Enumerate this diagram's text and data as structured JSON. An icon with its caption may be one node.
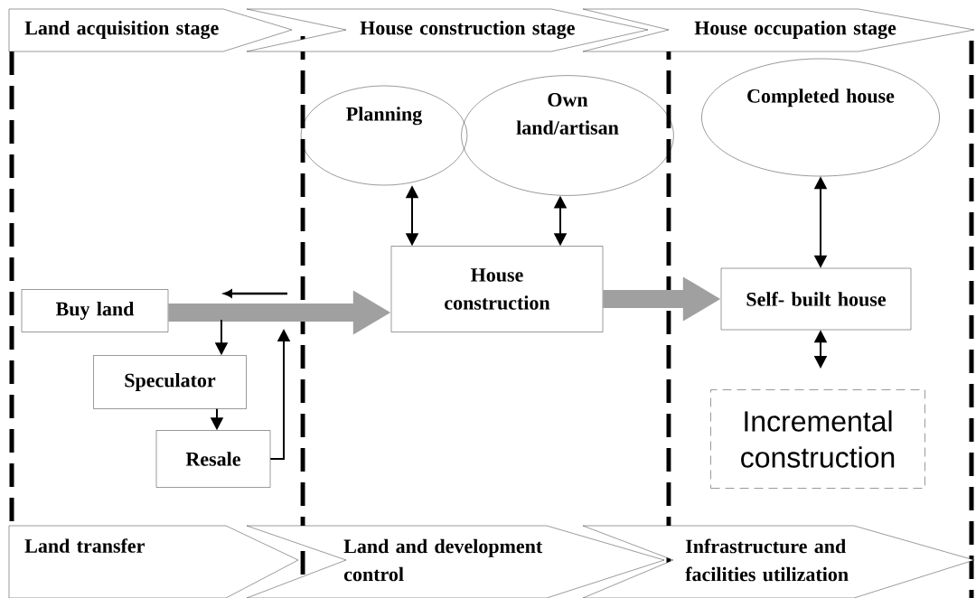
{
  "diagram": {
    "nodes": [
      {
        "text": [
          "Land acquisition stage"
        ]
      },
      {
        "text": [
          "House construction stage"
        ]
      },
      {
        "text": [
          "House occupation stage"
        ]
      },
      {
        "text": [
          "Planning"
        ]
      },
      {
        "text": [
          "Own land/artisan"
        ]
      },
      {
        "text": [
          "Completed house"
        ]
      },
      {
        "text": [
          "Buy land"
        ]
      },
      {
        "text": [
          "House construction"
        ]
      },
      {
        "text": [
          "Self- built house"
        ]
      },
      {
        "text": [
          "Speculator"
        ]
      },
      {
        "text": [
          "Resale"
        ]
      },
      {
        "text": [
          "Incremental construction"
        ]
      },
      {
        "text": [
          "Land transfer"
        ]
      },
      {
        "text": [
          "Land and development control"
        ]
      },
      {
        "text": [
          "Infrastructure and facilities utilization"
        ]
      }
    ],
    "edges": [
      {
        "from": 6,
        "to": 7,
        "arrow": "to",
        "style": "thick",
        "color": "#a0a0a0"
      },
      {
        "from": 7,
        "to": 8,
        "arrow": "to",
        "style": "thick",
        "color": "#a0a0a0"
      },
      {
        "from": 3,
        "to": 7,
        "arrow": "both"
      },
      {
        "from": 4,
        "to": 7,
        "arrow": "both"
      },
      {
        "from": 5,
        "to": 8,
        "arrow": "both"
      },
      {
        "from": 8,
        "to": null,
        "arrow": "both"
      },
      {
        "from": null,
        "to": 9,
        "arrow": "to"
      },
      {
        "from": 9,
        "to": 10,
        "arrow": "to"
      },
      {
        "from": 10,
        "to": null,
        "arrow": "to"
      }
    ]
  }
}
